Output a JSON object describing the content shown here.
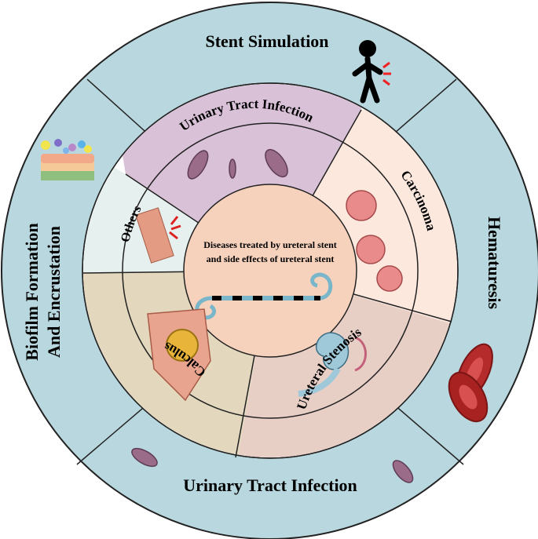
{
  "outer_ring": {
    "top": "Stent Simulation",
    "right": "Hematuresis",
    "bottom": "Urinary Tract Infection",
    "left_line1": "Biofilm Formation",
    "left_line2": "And Encrustation"
  },
  "inner_ring": {
    "uti": "Urinary Tract Infection",
    "carcinoma": "Carcinoma",
    "stenosis": "Ureteral Stenosis",
    "calculus": "Calculus",
    "others": "Others"
  },
  "center": {
    "line1": "Diseases treated by ureteral stent",
    "line2": "and side effects of ureteral stent"
  },
  "colors": {
    "outer_ring": "#b9d7df",
    "uti_sector": "#d9c1d8",
    "carcinoma_sector": "#fde8de",
    "stenosis_sector": "#e8cfc6",
    "calculus_sector": "#e3d7bd",
    "others_sector": "#e6f0ee",
    "center": "#f6d2bd"
  }
}
